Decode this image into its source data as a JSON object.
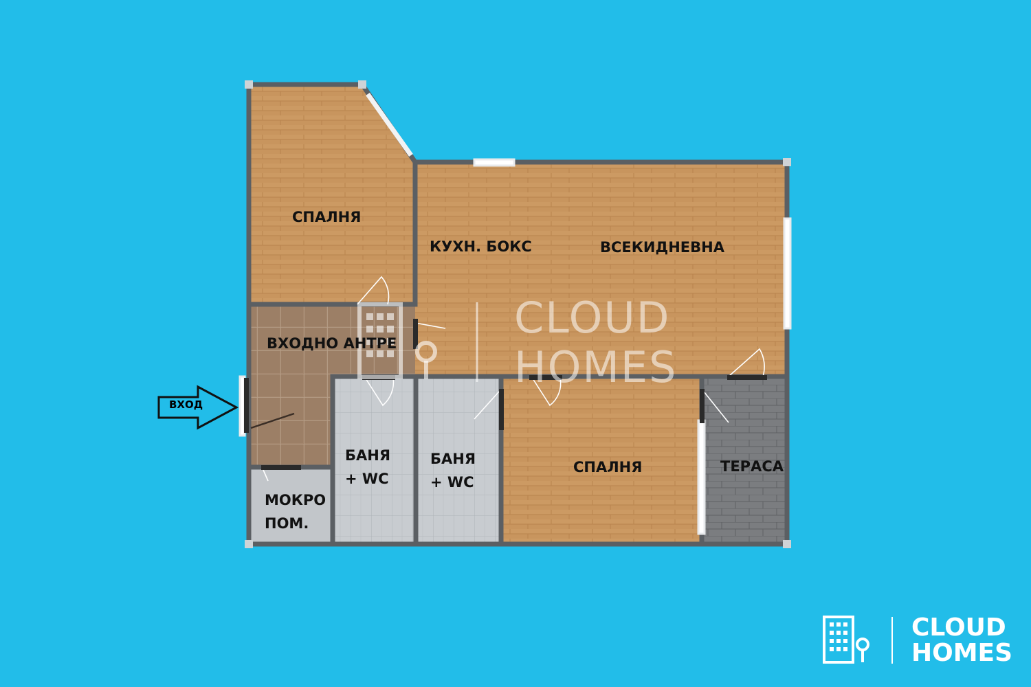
{
  "rooms": {
    "bedroom_top": "СПАЛНЯ",
    "kitchen": "КУХН. БОКС",
    "living": "ВСЕКИДНЕВНА",
    "hallway": "ВХОДНО АНТРЕ",
    "bath1_line1": "БАНЯ",
    "bath1_line2": "+ WC",
    "bath2_line1": "БАНЯ",
    "bath2_line2": "+ WC",
    "bedroom_bottom": "СПАЛНЯ",
    "terrace": "ТЕРАСА",
    "utility_line1": "МОКРО",
    "utility_line2": "ПОМ."
  },
  "entry_arrow": {
    "label": "ВХОД"
  },
  "watermark": {
    "line1": "CLOUD",
    "line2": "HOMES"
  },
  "logo": {
    "line1": "CLOUD",
    "line2": "HOMES"
  },
  "colors": {
    "background": "#22bde9",
    "wall": "#5b5f63",
    "wood_floor": "#c8955e",
    "tile_floor": "#a0826a",
    "bath_floor": "#c9cdd1",
    "terrace_floor": "#7a7c7e"
  }
}
